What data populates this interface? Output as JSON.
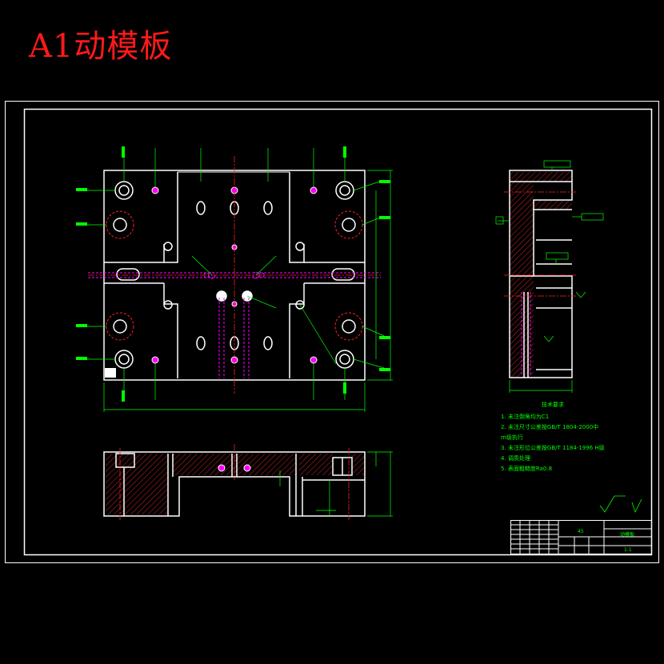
{
  "title": "A1动模板",
  "colors": {
    "background": "#000000",
    "title": "#ff1a1a",
    "outline": "#ffffff",
    "dimension": "#00ff00",
    "center": "#ff2020",
    "hidden": "#ff00ff",
    "hatch": "#ff3030"
  },
  "notes": {
    "heading": "技术要求",
    "items": [
      "1. 未注倒角均为C1",
      "2. 未注尺寸公差按GB/T 1804-2000中",
      "   m级执行",
      "3. 未注形位公差按GB/T 1184-1996 H级",
      "4. 调质处理",
      "5. 表面粗糙度Ra0.8"
    ]
  },
  "titleblock": {
    "name": "动模板",
    "material": "45",
    "scale": "1:1"
  }
}
